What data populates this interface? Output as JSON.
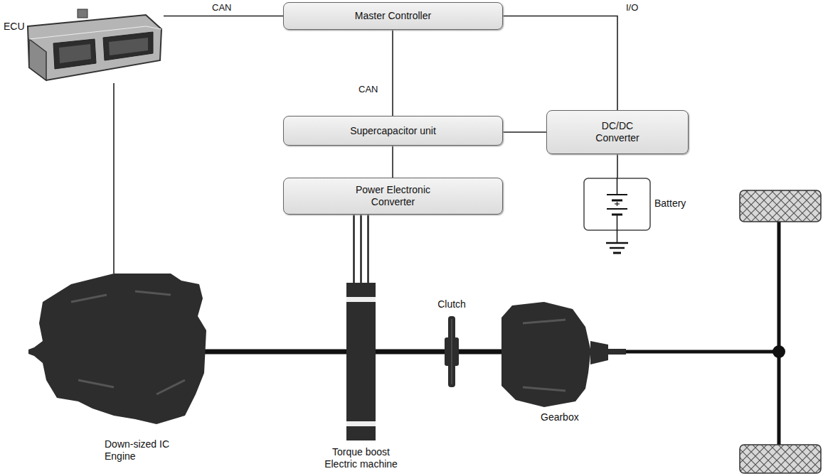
{
  "diagram": {
    "nodes": [
      {
        "text": [
          "ECU"
        ]
      },
      {
        "text": [
          "Master Controller"
        ]
      },
      {
        "text": [
          "Supercapacitor unit"
        ]
      },
      {
        "text": [
          "DC/DC Converter"
        ]
      },
      {
        "text": [
          "Battery"
        ]
      },
      {
        "text": [
          "Power Electronic Converter"
        ]
      },
      {
        "text": [
          "Clutch"
        ]
      },
      {
        "text": [
          "Down-sized IC Engine"
        ]
      },
      {
        "text": [
          "Gearbox"
        ]
      },
      {
        "text": [
          "Torque boost Electric machine"
        ]
      }
    ],
    "edges": [
      {
        "from": 0,
        "to": 1,
        "label": "CAN",
        "arrow": "none"
      },
      {
        "from": 1,
        "to": 2,
        "label": "CAN",
        "arrow": "none"
      },
      {
        "from": 1,
        "to": 3,
        "label": "I/O",
        "arrow": "none"
      },
      {
        "from": 2,
        "to": 3,
        "arrow": "none"
      },
      {
        "from": 2,
        "to": 5,
        "arrow": "none"
      },
      {
        "from": 3,
        "to": 4,
        "arrow": "none"
      },
      {
        "from": 5,
        "to": 9,
        "arrow": "none"
      },
      {
        "from": 0,
        "to": 7,
        "arrow": "none"
      },
      {
        "from": 7,
        "to": 9,
        "arrow": "none"
      },
      {
        "from": 9,
        "to": 6,
        "arrow": "none"
      },
      {
        "from": 6,
        "to": 8,
        "arrow": "none"
      }
    ]
  }
}
